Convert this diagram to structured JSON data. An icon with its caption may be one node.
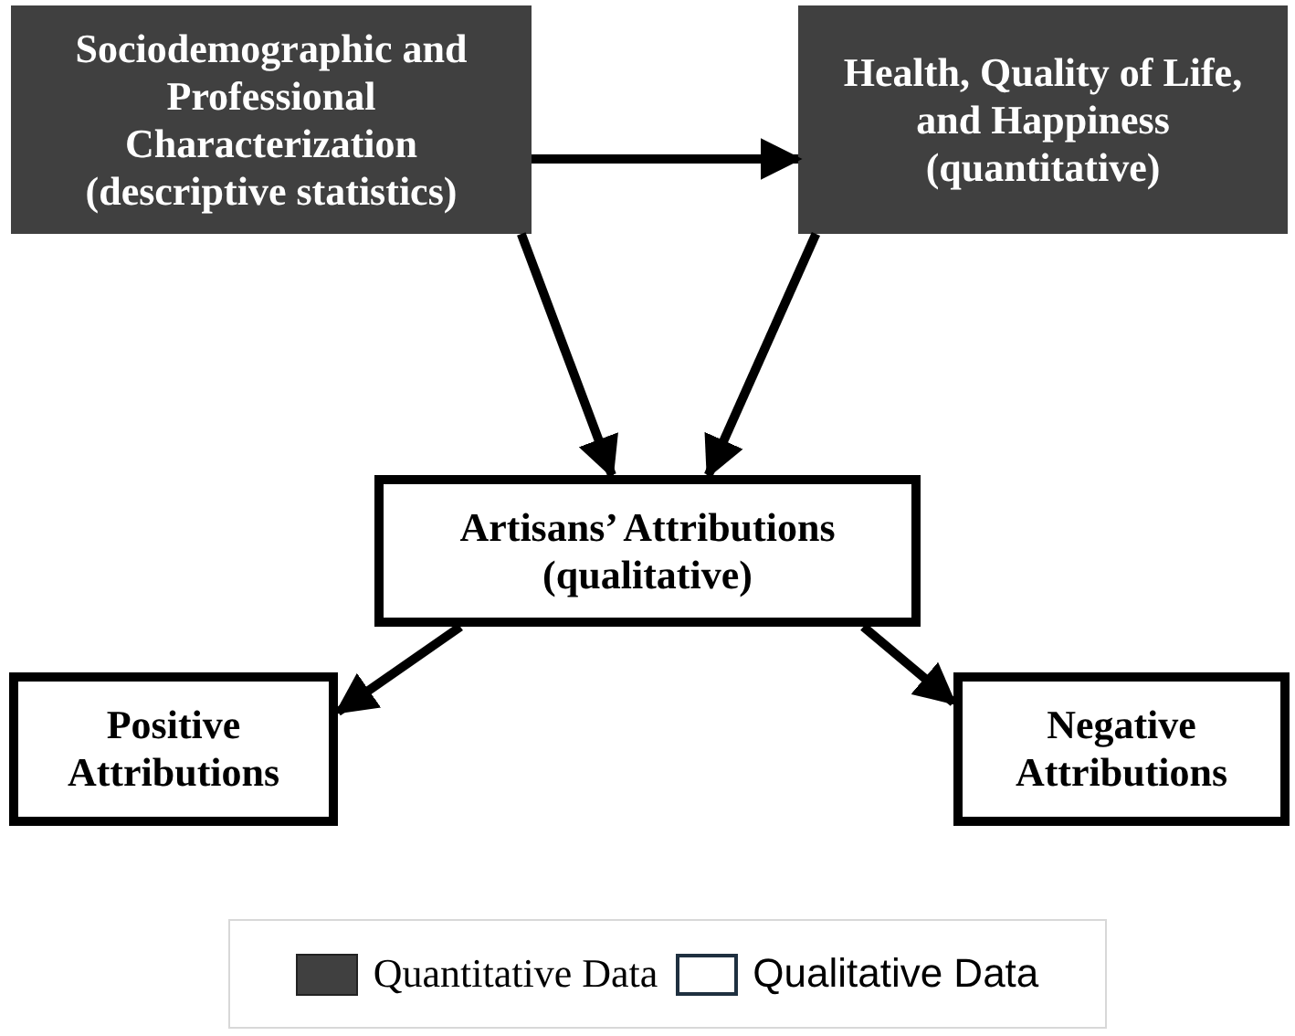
{
  "diagram": {
    "nodes": [
      {
        "text": [
          "Sociodemographic and Professional Characterization (descriptive statistics)"
        ]
      },
      {
        "text": [
          "Health, Quality of Life, and Happiness (quantitative)"
        ]
      },
      {
        "text": [
          "Artisans’ Attributions (qualitative)"
        ]
      },
      {
        "text": [
          "Positive Attributions"
        ]
      },
      {
        "text": [
          "Negative Attributions"
        ]
      }
    ],
    "edges": [
      {
        "from": 0,
        "to": 1,
        "arrow": "to"
      },
      {
        "from": 0,
        "to": 2,
        "arrow": "to"
      },
      {
        "from": 1,
        "to": 2,
        "arrow": "to"
      },
      {
        "from": 2,
        "to": 3,
        "arrow": "to"
      },
      {
        "from": 2,
        "to": 4,
        "arrow": "to"
      }
    ],
    "legend": [
      {
        "text": "Quantitative Data",
        "color": "#404040"
      },
      {
        "text": "Qualitative Data",
        "color": "#ffffff"
      }
    ]
  }
}
